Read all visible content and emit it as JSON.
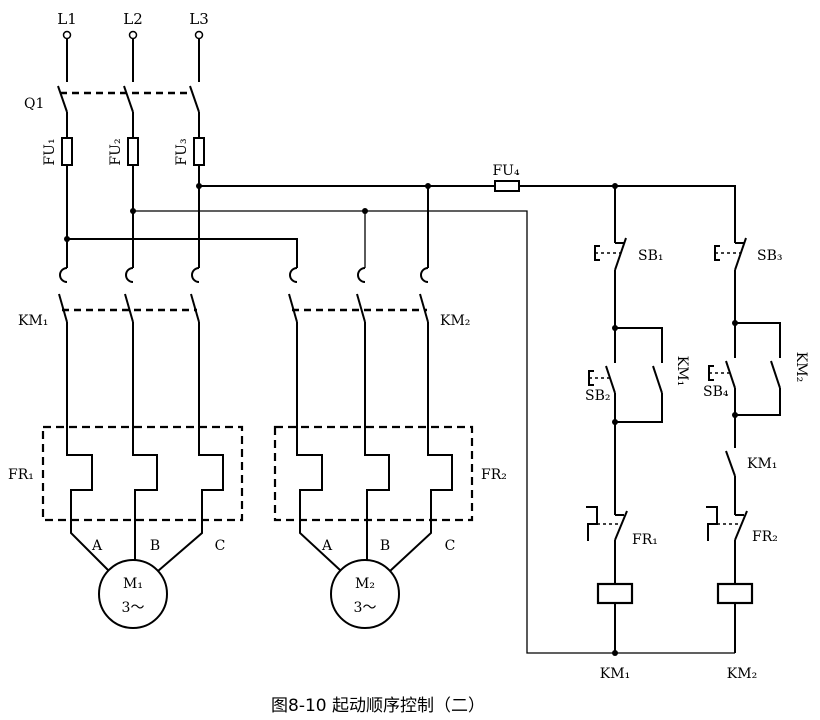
{
  "supply": {
    "l1": "L1",
    "l2": "L2",
    "l3": "L3"
  },
  "isolator": {
    "label": "Q1"
  },
  "fuses": {
    "fu1": "FU₁",
    "fu2": "FU₂",
    "fu3": "FU₃",
    "fu4": "FU₄"
  },
  "main_contactors": {
    "km1": "KM₁",
    "km2": "KM₂"
  },
  "thermal_relays": {
    "fr1": "FR₁",
    "fr2": "FR₂"
  },
  "motor1": {
    "terminal_a": "A",
    "terminal_b": "B",
    "terminal_c": "C",
    "name": "M₁",
    "rating": "3～"
  },
  "motor2": {
    "terminal_a": "A",
    "terminal_b": "B",
    "terminal_c": "C",
    "name": "M₂",
    "rating": "3～"
  },
  "control": {
    "sb1": "SB₁",
    "sb2": "SB₂",
    "sb3": "SB₃",
    "sb4": "SB₄",
    "km1_hold": "KM₁",
    "km2_hold": "KM₂",
    "km1_interlock": "KM₁",
    "fr1_contact": "FR₁",
    "fr2_contact": "FR₂",
    "km1_coil": "KM₁",
    "km2_coil": "KM₂"
  },
  "caption": "图8-10 起动顺序控制（二）",
  "colors": {
    "line": "#000000",
    "background": "#ffffff"
  }
}
